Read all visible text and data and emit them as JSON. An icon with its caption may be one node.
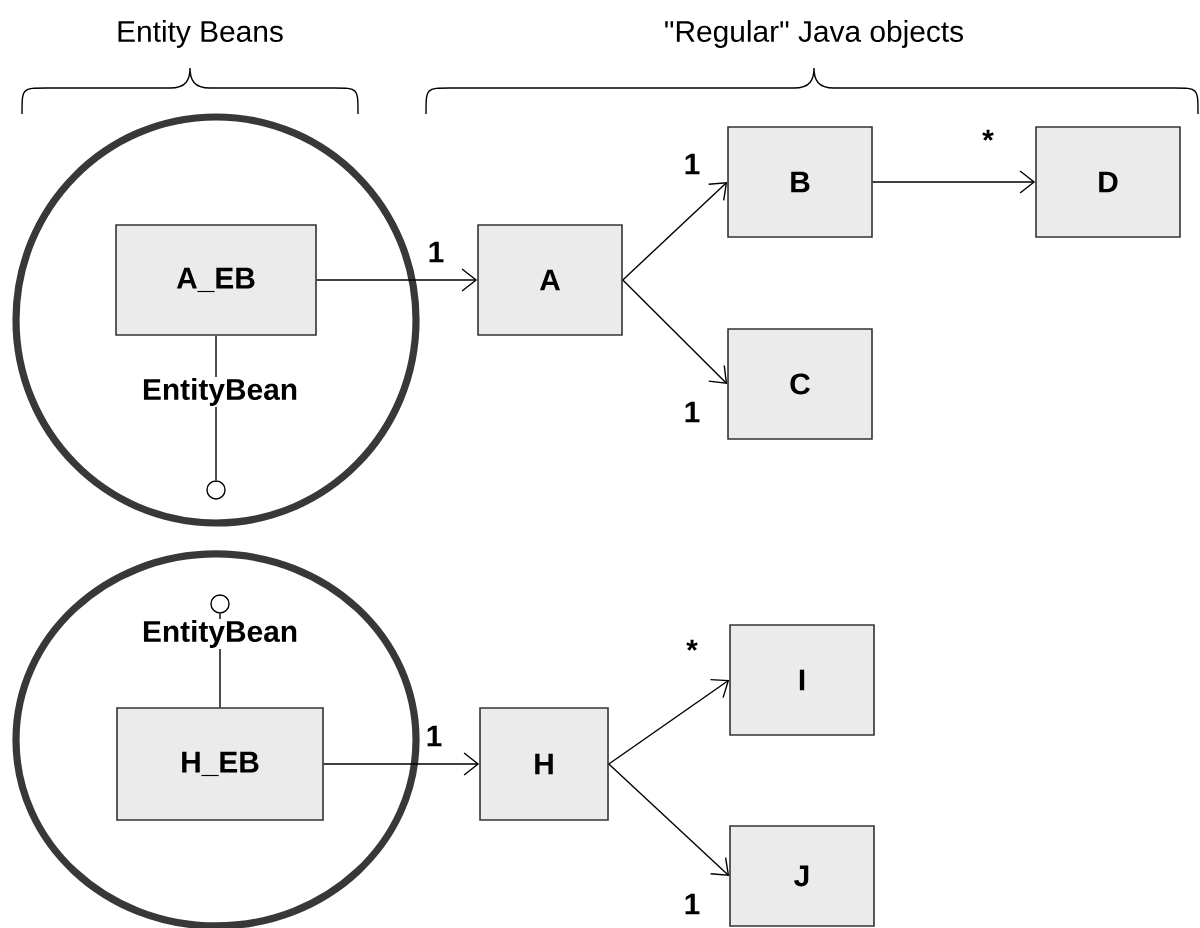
{
  "diagram": {
    "nodes": [
      {
        "text": [],
        "shape": "circle"
      },
      {
        "text": [
          "A_EB"
        ],
        "in": 0
      },
      {
        "text": [
          "A"
        ]
      },
      {
        "text": [
          "B"
        ]
      },
      {
        "text": [
          "C"
        ]
      },
      {
        "text": [
          "D"
        ]
      },
      {
        "text": [],
        "shape": "circle",
        "in": 0
      },
      {
        "text": [],
        "shape": "circle"
      },
      {
        "text": [],
        "shape": "circle",
        "in": 7
      },
      {
        "text": [
          "H_EB"
        ],
        "in": 7
      },
      {
        "text": [
          "H"
        ]
      },
      {
        "text": [
          "I"
        ]
      },
      {
        "text": [
          "J"
        ]
      }
    ],
    "edges": [
      {
        "from": 1,
        "to": 2,
        "arrow": "to",
        "label": "1"
      },
      {
        "from": 2,
        "to": 3,
        "arrow": "to",
        "label": "1"
      },
      {
        "from": 2,
        "to": 4,
        "arrow": "to",
        "label": "1"
      },
      {
        "from": 3,
        "to": 5,
        "arrow": "to",
        "label": "*"
      },
      {
        "from": 1,
        "to": 6,
        "arrow": "none"
      },
      {
        "from": 9,
        "to": 8,
        "arrow": "none"
      },
      {
        "from": 9,
        "to": 10,
        "arrow": "to",
        "label": "1"
      },
      {
        "from": 10,
        "to": 11,
        "arrow": "to",
        "label": "*"
      },
      {
        "from": 10,
        "to": 12,
        "arrow": "to",
        "label": "1"
      }
    ],
    "labels": [
      "Entity Beans",
      "\"Regular\" Java objects",
      "EntityBean",
      "EntityBean"
    ]
  }
}
